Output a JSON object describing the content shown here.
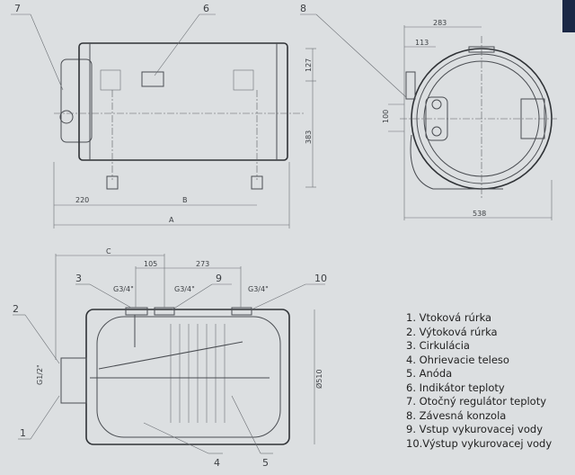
{
  "dimensions": {
    "top_220": "220",
    "top_B": "B",
    "top_A": "A",
    "top_127": "127",
    "top_383": "383",
    "side_283": "283",
    "side_113": "113",
    "side_100": "100",
    "side_538": "538",
    "sec_C": "C",
    "sec_105": "105",
    "sec_273": "273",
    "sec_g34_a": "G3/4\"",
    "sec_g34_b": "G3/4\"",
    "sec_g34_c": "G3/4\"",
    "sec_g12": "G1/2\"",
    "sec_d510": "Ø510"
  },
  "callouts": {
    "c1": "1",
    "c2": "2",
    "c3": "3",
    "c4": "4",
    "c5": "5",
    "c6": "6",
    "c7": "7",
    "c8": "8",
    "c9": "9",
    "c10": "10"
  },
  "legend": [
    "1.  Vtoková rúrka",
    "2.  Výtoková rúrka",
    "3.  Cirkulácia",
    "4.  Ohrievacie teleso",
    "5.  Anóda",
    "6.  Indikátor teploty",
    "7.  Otočný regulátor teploty",
    "8.  Závesná konzola",
    "9.  Vstup vykurovacej vody",
    "10.Výstup vykurovacej vody"
  ]
}
